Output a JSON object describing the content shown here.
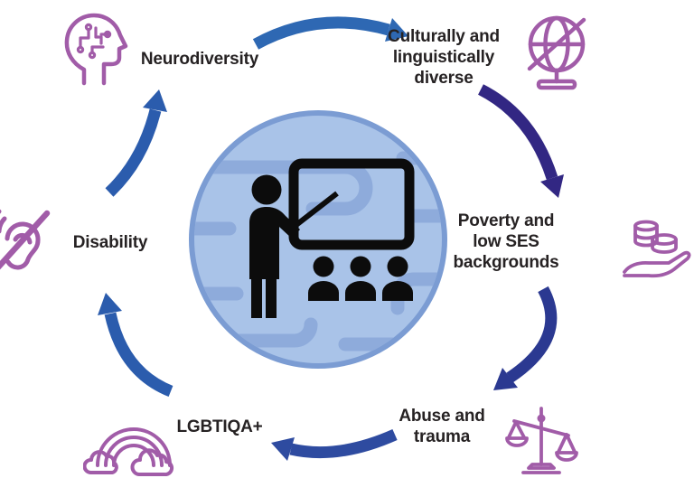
{
  "diagram": {
    "type": "circular-cycle-diagram",
    "center": {
      "icon": "teacher-classroom-pictogram"
    },
    "nodes": [
      {
        "id": "neurodiversity",
        "label": "Neurodiversity",
        "lines": [
          "Neurodiversity"
        ],
        "icon": "brain-head-icon"
      },
      {
        "id": "culturally-linguistically-diverse",
        "label": "Culturally and linguistically diverse",
        "lines": [
          "Culturally and",
          "linguistically",
          "diverse"
        ],
        "icon": "globe-icon"
      },
      {
        "id": "poverty-low-ses",
        "label": "Poverty and low SES backgrounds",
        "lines": [
          "Poverty and",
          "low SES",
          "backgrounds"
        ],
        "icon": "hand-coins-icon"
      },
      {
        "id": "abuse-trauma",
        "label": "Abuse and trauma",
        "lines": [
          "Abuse and",
          "trauma"
        ],
        "icon": "scales-icon"
      },
      {
        "id": "lgbtiqa",
        "label": "LGBTIQA+",
        "lines": [
          "LGBTIQA+"
        ],
        "icon": "rainbow-icon"
      },
      {
        "id": "disability",
        "label": "Disability",
        "lines": [
          "Disability"
        ],
        "icon": "deaf-ear-icon"
      }
    ],
    "arrows": [
      {
        "from": "neurodiversity",
        "to": "culturally-linguistically-diverse",
        "color": "#2E68B3"
      },
      {
        "from": "culturally-linguistically-diverse",
        "to": "poverty-low-ses",
        "color": "#322783"
      },
      {
        "from": "poverty-low-ses",
        "to": "abuse-trauma",
        "color": "#2B3991"
      },
      {
        "from": "abuse-trauma",
        "to": "lgbtiqa",
        "color": "#2E4BA0"
      },
      {
        "from": "lgbtiqa",
        "to": "disability",
        "color": "#2B5CAD"
      },
      {
        "from": "disability",
        "to": "neurodiversity",
        "color": "#2B5CAD"
      }
    ],
    "colors": {
      "iconPurple": "#A15CA8",
      "arrowTop": "#2E68B3",
      "arrowIndigo": "#322783",
      "arrowNavy": "#2B3991",
      "arrowBottom": "#2E4BA0",
      "arrowLeft": "#2B5CAD",
      "arrowUpRight": "#2B5CAD",
      "circleFill": "#A9C3E8",
      "circleBorder": "#7B9CD3",
      "circlePattern": "#8EABDB",
      "pictoBlack": "#0c0c0c",
      "text": "#262223"
    }
  }
}
